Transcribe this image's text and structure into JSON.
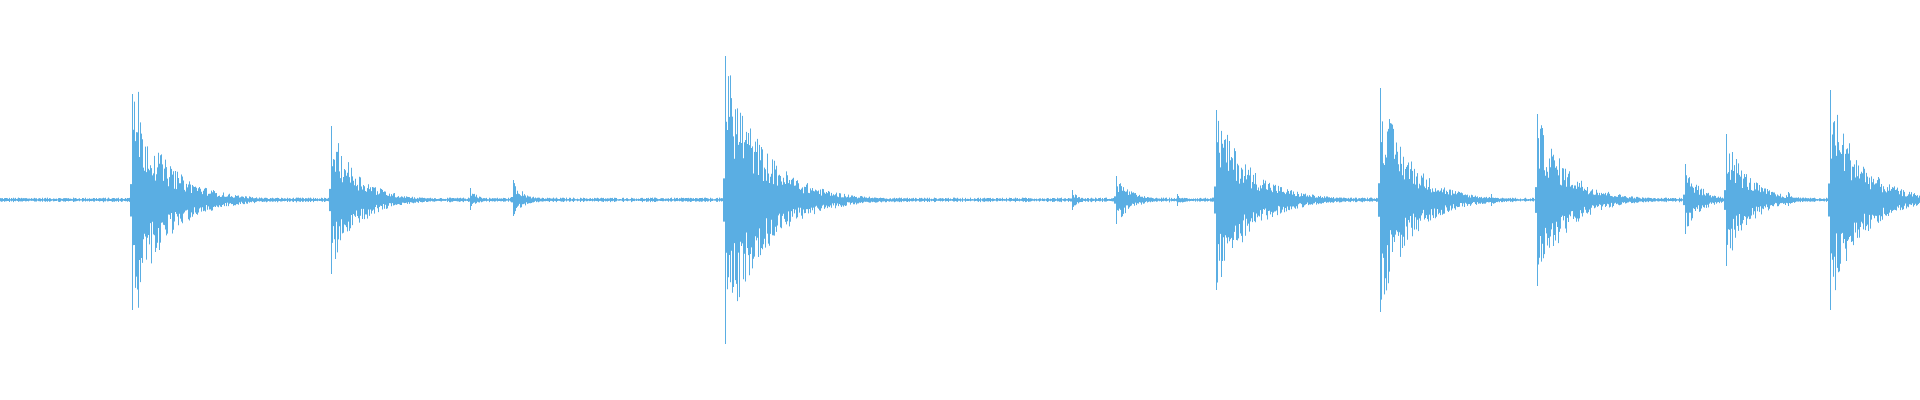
{
  "waveform": {
    "color": "#5aaee3",
    "baseline_amplitude": 0.012,
    "transients": [
      {
        "position": 0.0685,
        "peak_up": 0.53,
        "peak_down": 0.55,
        "decay": 0.018,
        "double_hit": true
      },
      {
        "position": 0.1725,
        "peak_up": 0.37,
        "peak_down": 0.37,
        "decay": 0.014,
        "double_hit": false
      },
      {
        "position": 0.245,
        "peak_up": 0.06,
        "peak_down": 0.05,
        "decay": 0.004,
        "double_hit": false
      },
      {
        "position": 0.267,
        "peak_up": 0.1,
        "peak_down": 0.08,
        "decay": 0.006,
        "double_hit": false
      },
      {
        "position": 0.3775,
        "peak_up": 0.72,
        "peak_down": 0.72,
        "decay": 0.02,
        "double_hit": false
      },
      {
        "position": 0.5585,
        "peak_up": 0.05,
        "peak_down": 0.05,
        "decay": 0.003,
        "double_hit": false
      },
      {
        "position": 0.5815,
        "peak_up": 0.12,
        "peak_down": 0.12,
        "decay": 0.008,
        "double_hit": false
      },
      {
        "position": 0.613,
        "peak_up": 0.03,
        "peak_down": 0.03,
        "decay": 0.003,
        "double_hit": false
      },
      {
        "position": 0.6335,
        "peak_up": 0.45,
        "peak_down": 0.45,
        "decay": 0.018,
        "double_hit": false
      },
      {
        "position": 0.719,
        "peak_up": 0.56,
        "peak_down": 0.56,
        "decay": 0.016,
        "double_hit": false
      },
      {
        "position": 0.7765,
        "peak_up": 0.03,
        "peak_down": 0.03,
        "decay": 0.003,
        "double_hit": false
      },
      {
        "position": 0.8005,
        "peak_up": 0.43,
        "peak_down": 0.43,
        "decay": 0.016,
        "double_hit": false
      },
      {
        "position": 0.8775,
        "peak_up": 0.18,
        "peak_down": 0.17,
        "decay": 0.008,
        "double_hit": false
      },
      {
        "position": 0.899,
        "peak_up": 0.33,
        "peak_down": 0.33,
        "decay": 0.012,
        "double_hit": false
      },
      {
        "position": 0.9315,
        "peak_up": 0.04,
        "peak_down": 0.03,
        "decay": 0.003,
        "double_hit": false
      },
      {
        "position": 0.953,
        "peak_up": 0.55,
        "peak_down": 0.55,
        "decay": 0.016,
        "double_hit": false
      },
      {
        "position": 0.987,
        "peak_up": 0.05,
        "peak_down": 0.05,
        "decay": 0.004,
        "double_hit": false
      }
    ]
  }
}
